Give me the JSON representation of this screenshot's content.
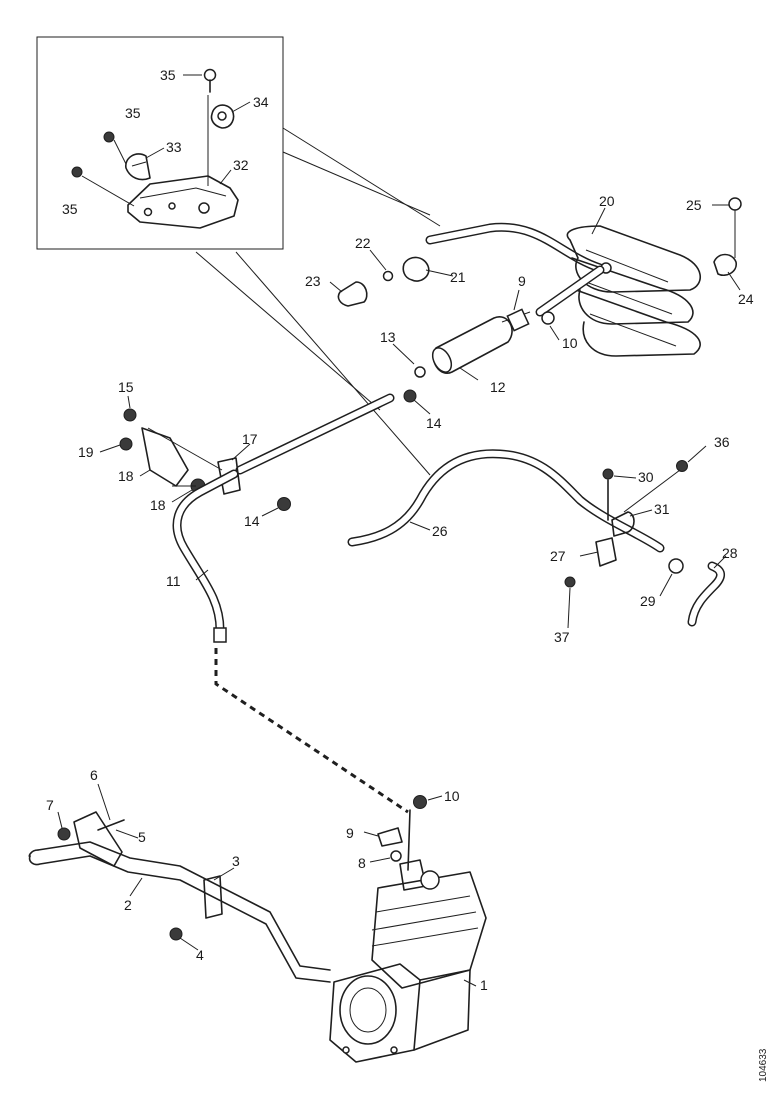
{
  "labels": {
    "l1": "1",
    "l2": "2",
    "l3": "3",
    "l4": "4",
    "l5": "5",
    "l6": "6",
    "l7": "7",
    "l8": "8",
    "l9a": "9",
    "l9b": "9",
    "l10a": "10",
    "l10b": "10",
    "l11": "11",
    "l12": "12",
    "l13": "13",
    "l14a": "14",
    "l14b": "14",
    "l15": "15",
    "l17": "17",
    "l18a": "18",
    "l18b": "18",
    "l19": "19",
    "l20": "20",
    "l21": "21",
    "l22": "22",
    "l23": "23",
    "l24": "24",
    "l25": "25",
    "l26": "26",
    "l27": "27",
    "l28": "28",
    "l29": "29",
    "l30": "30",
    "l31": "31",
    "l32": "32",
    "l33": "33",
    "l34": "34",
    "l35a": "35",
    "l35b": "35",
    "l35c": "35",
    "l36": "36",
    "l37": "37"
  },
  "reference_code": "104633",
  "icons": {
    "compressor": "air-compressor-icon",
    "cooler": "coil-cooler-icon",
    "filter": "inline-filter-icon",
    "bracket": "mounting-bracket-icon"
  }
}
